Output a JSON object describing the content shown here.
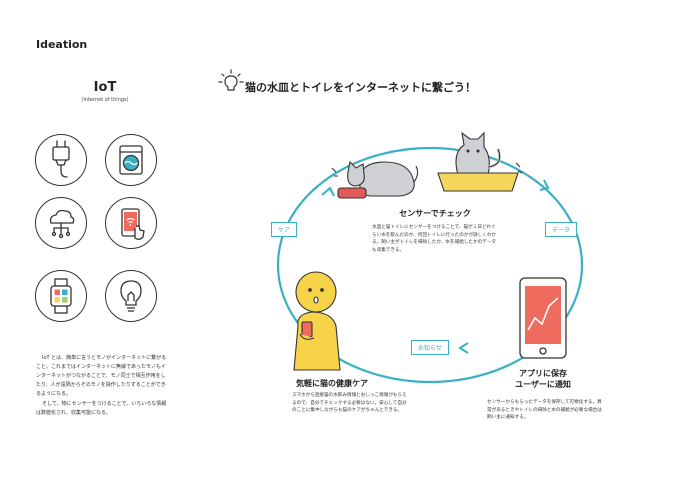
{
  "heading": "Ideation",
  "iot": {
    "title": "IoT",
    "subtitle": "(Internet of things)",
    "icons": [
      "plug-icon",
      "washing-machine-icon",
      "cloud-network-icon",
      "smartphone-wifi-icon",
      "smartwatch-icon",
      "lightbulb-icon"
    ],
    "description_1": "IoT とは、簡単に言うとモノがインターネットに繋がること。これまではインターネットに無縁であったモノもインターネットがつながることで、モノ同士で相互作用をしたり、人が遠隔からそのモノを操作したりすることができるようになる。",
    "description_2": "そして、物にセンサーをつけることで、いろいろな情報は数値化され、収集可能になる。"
  },
  "main": {
    "title": "猫の水皿とトイレをインターネットに繋ごう！",
    "sensor_label": "センサーでチェック",
    "sensor_desc": "水皿と猫トイレにセンサーをつけることで、猫が１日どれぐらい水を飲んだのか、何回トイレに行ったのかが詳しくわかる。飼い主がトイレを掃除したか、水を補給したかのデータも収集できる。",
    "app_label_1": "アプリに保存",
    "app_label_2": "ユーザーに通知",
    "app_desc": "センサーからもらったデータを保存して可視化する。異常があるときやトイレの掃除と水の補給が必要な場合は飼い主に通知する。",
    "care_label": "気軽に猫の健康ケア",
    "care_desc": "スマホから直接猫の水飲み情報とおしっこ情報がもらえるので、自分でチェックする必要はない。安心して自分のことに集中しながらも猫のケアがちゃんとできる。",
    "tag_care": "ケア",
    "tag_data": "データ",
    "tag_notify": "お知らせ"
  },
  "colors": {
    "accent": "#3ab0c3",
    "person": "#f7d34a",
    "cat": "#cfd0d3",
    "litter": "#f5d55a",
    "screen": "#ef6b5e",
    "bowl": "#e05b56"
  }
}
